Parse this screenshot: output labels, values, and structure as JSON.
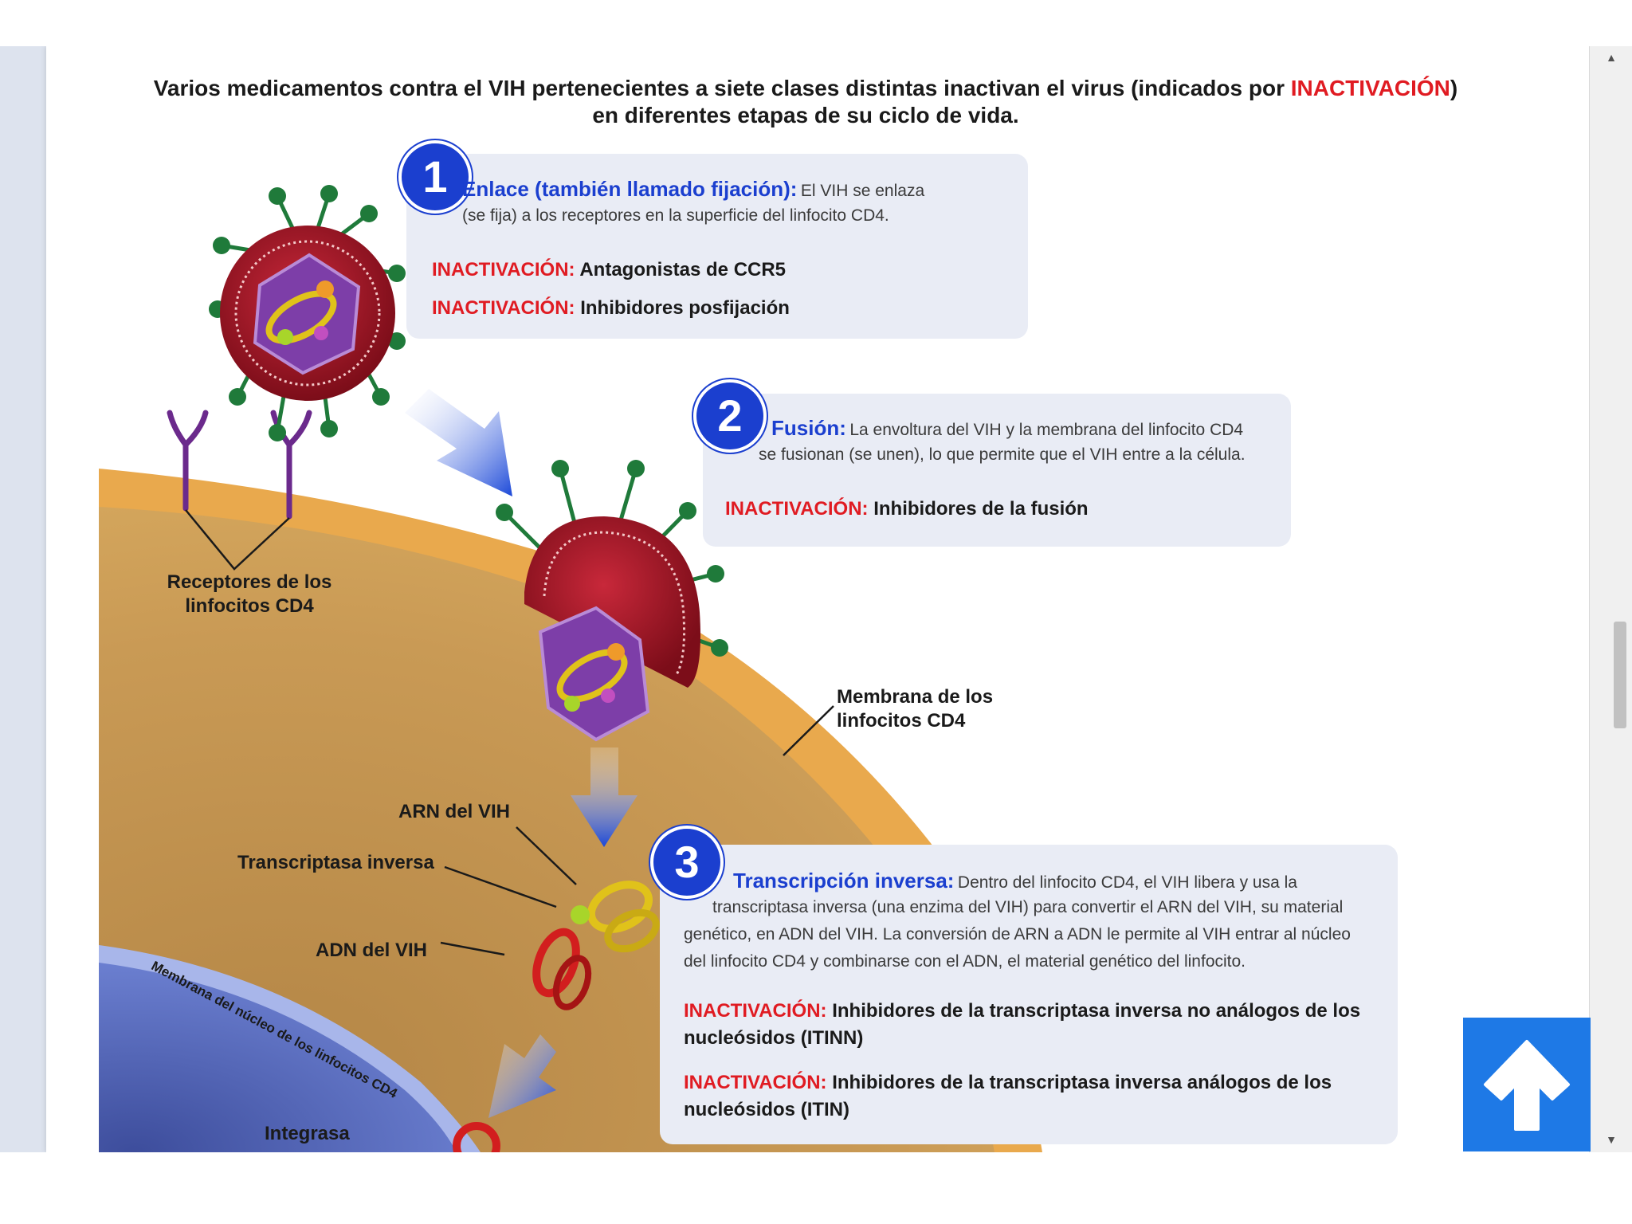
{
  "headline": {
    "line1_before": "Varios medicamentos contra el VIH pertenecientes a siete clases distintas inactivan el virus (indicados por ",
    "line1_highlight": "INACTIVACIÓN",
    "line1_after": ")",
    "line2": "en diferentes etapas de su ciclo de vida."
  },
  "steps": [
    {
      "number": "1",
      "title": "Enlace (también llamado fijación):",
      "description_line1": "El VIH se enlaza",
      "description_line2": "(se fija) a los receptores en la superficie del linfocito CD4.",
      "inactivations": [
        {
          "label": "INACTIVACIÓN:",
          "text": "Antagonistas de CCR5"
        },
        {
          "label": "INACTIVACIÓN:",
          "text": "Inhibidores posfijación"
        }
      ]
    },
    {
      "number": "2",
      "title": "Fusión:",
      "description_line1": "La envoltura del VIH y la membrana del linfocito CD4",
      "description_line2": "se fusionan (se unen), lo que permite que el VIH entre a la célula.",
      "inactivations": [
        {
          "label": "INACTIVACIÓN:",
          "text": "Inhibidores de la fusión"
        }
      ]
    },
    {
      "number": "3",
      "title": "Transcripción inversa:",
      "description_line1": "Dentro del linfocito CD4, el VIH libera y usa la",
      "description_line2": "transcriptasa inversa (una enzima del VIH) para convertir el ARN del VIH, su material",
      "description_line3": "genético, en ADN del VIH. La conversión de ARN a ADN le permite al VIH entrar al núcleo",
      "description_line4": "del linfocito CD4 y combinarse con el ADN, el material genético del linfocito.",
      "inactivations": [
        {
          "label": "INACTIVACIÓN:",
          "text_line1": "Inhibidores de la transcriptasa inversa no análogos de los",
          "text_line2": "nucleósidos (ITINN)"
        },
        {
          "label": "INACTIVACIÓN:",
          "text_line1": "Inhibidores de la transcriptasa inversa análogos de los",
          "text_line2": "nucleósidos (ITIN)"
        }
      ]
    }
  ],
  "labels": {
    "receptors_line1": "Receptores de los",
    "receptors_line2": "linfocitos CD4",
    "membrane_line1": "Membrana de los",
    "membrane_line2": "linfocitos CD4",
    "hiv_rna": "ARN del VIH",
    "reverse_transcriptase": "Transcriptasa inversa",
    "hiv_dna": "ADN del VIH",
    "nucleus_membrane": "Membrana del núcleo de los linfocitos CD4",
    "integrase": "Integrasa"
  },
  "colors": {
    "accent_blue": "#1b3fcf",
    "inactivation_red": "#e01b22",
    "cell_body": "#c99a55",
    "back_to_top": "#1e79e6"
  },
  "icons": {
    "back_to_top": "arrow-up-icon",
    "scroll_up": "triangle-up-icon",
    "scroll_down": "triangle-down-icon"
  }
}
